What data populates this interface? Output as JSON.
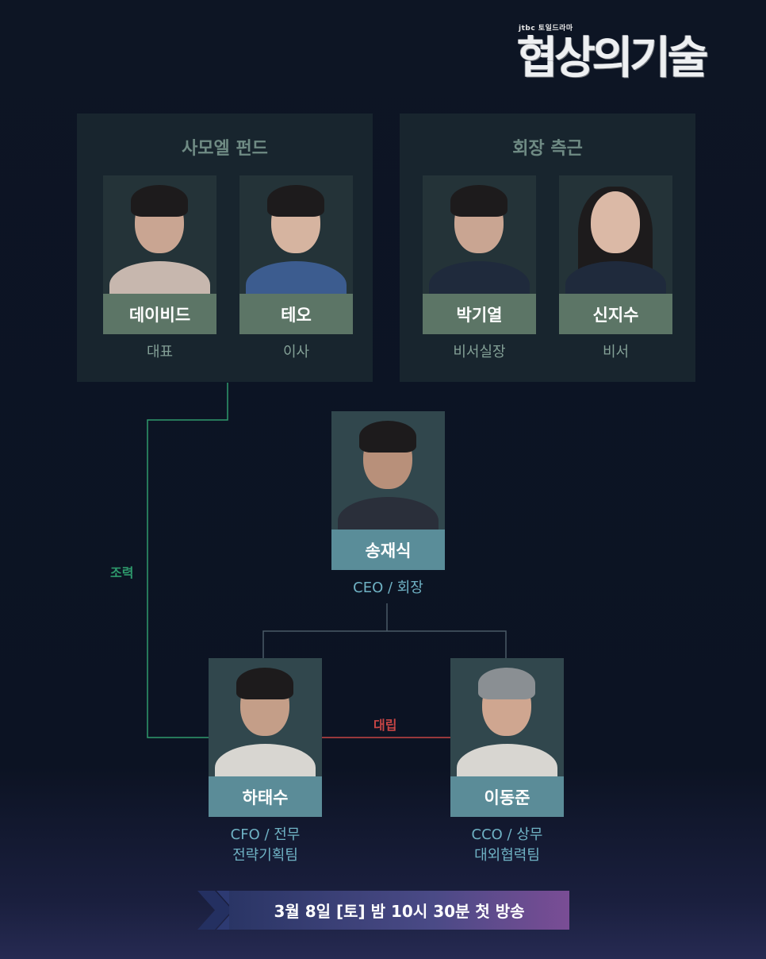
{
  "logo": {
    "network": "jtbc 토일드라마",
    "title": "협상의기술"
  },
  "groups": [
    {
      "title": "사모엘 펀드",
      "members": [
        {
          "name": "데이비드",
          "role": "대표"
        },
        {
          "name": "테오",
          "role": "이사"
        }
      ]
    },
    {
      "title": "회장 측근",
      "members": [
        {
          "name": "박기열",
          "role": "비서실장"
        },
        {
          "name": "신지수",
          "role": "비서"
        }
      ]
    }
  ],
  "ceo": {
    "name": "송재식",
    "role": "CEO / 회장"
  },
  "cfo": {
    "name": "하태수",
    "role_line1": "CFO / 전무",
    "role_line2": "전략기획팀"
  },
  "cco": {
    "name": "이동준",
    "role_line1": "CCO / 상무",
    "role_line2": "대외협력팀"
  },
  "relations": {
    "cooperation": "조력",
    "conflict": "대립"
  },
  "broadcast": "3월 8일 [토] 밤 10시 30분 첫 방송",
  "colors": {
    "cooperation_line": "#2e9a6c",
    "conflict_line": "#c74545",
    "hierarchy_line": "#4a5a66"
  }
}
